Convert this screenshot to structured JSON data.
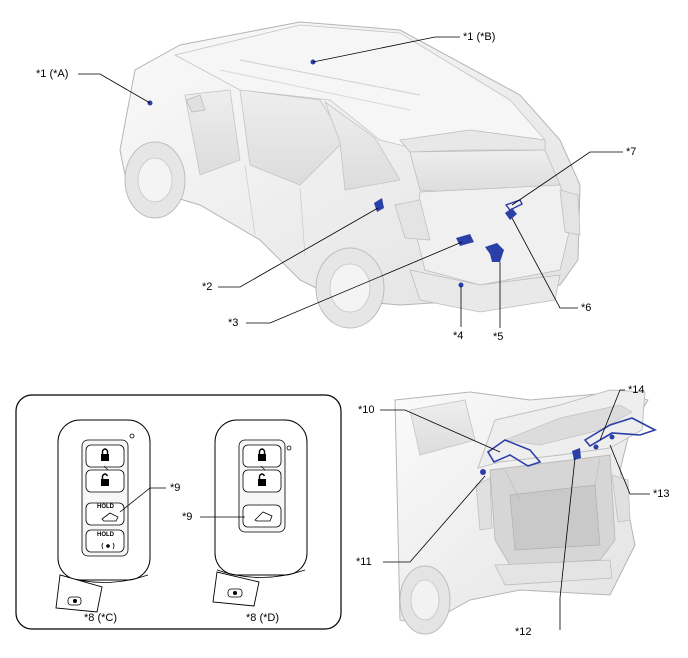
{
  "labels": {
    "l1": "*1 (*A)",
    "l2": "*1 (*B)",
    "l3": "*7",
    "l4": "*2",
    "l5": "*3",
    "l6": "*4",
    "l7": "*5",
    "l8": "*6",
    "l9": "*9",
    "l10": "*9",
    "l11": "*8 (*C)",
    "l12": "*8 (*D)",
    "l13": "*10",
    "l14": "*14",
    "l15": "*13",
    "l16": "*11",
    "l17": "*12"
  },
  "key_buttons": {
    "hold": "HOLD"
  },
  "colors": {
    "part_blue": "#2b3fa8",
    "car_body": "#f2f2f2",
    "car_shade": "#dedede",
    "outline": "#b5b5b5"
  }
}
